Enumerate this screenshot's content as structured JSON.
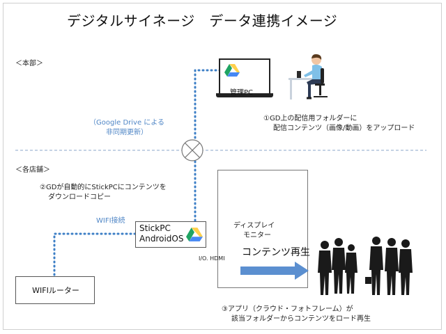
{
  "title": "デジタルサイネージ　データ連携イメージ",
  "section_hq": "＜本部＞",
  "section_store": "＜各店舗＞",
  "google_drive_note": {
    "line1": "（Google Drive による",
    "line2": "非同期更新）"
  },
  "management_pc": {
    "label": "管理PC",
    "icon": "google-drive-icon"
  },
  "step1": {
    "line1": "①GD上の配信用フォルダーに",
    "line2": "配信コンテンツ（画像/動画）をアップロード"
  },
  "step2": {
    "line1": "②GDが自動的にStickPCにコンテンツを",
    "line2": "ダウンロードコピー"
  },
  "wifi_connection": "WIFI接続",
  "stick_pc": {
    "line1": "StickPC",
    "line2": "AndroidOS",
    "icon": "google-drive-icon"
  },
  "router": {
    "label": "WIFIルーター"
  },
  "display": {
    "line1": "ディスプレイ",
    "line2": "モニター"
  },
  "io_label": "I/O. HDMI",
  "content_playback": "コンテンツ再生",
  "step3": {
    "line1": "③アプリ（クラウド・フォトフレーム）が",
    "line2": "該当フォルダーからコンテンツをロード再生"
  },
  "colors": {
    "dotted_line": "#3d7fc6",
    "accent_text": "#4f86c6",
    "arrow": "#5b8fd0",
    "drive_green": "#1fa463",
    "drive_yellow": "#ffd04b",
    "drive_blue": "#4688f4"
  },
  "icons": [
    "google-drive-icon",
    "laptop-icon",
    "person-at-desk-icon",
    "crossing-circle-icon",
    "business-people-icon",
    "arrow-right-icon"
  ]
}
